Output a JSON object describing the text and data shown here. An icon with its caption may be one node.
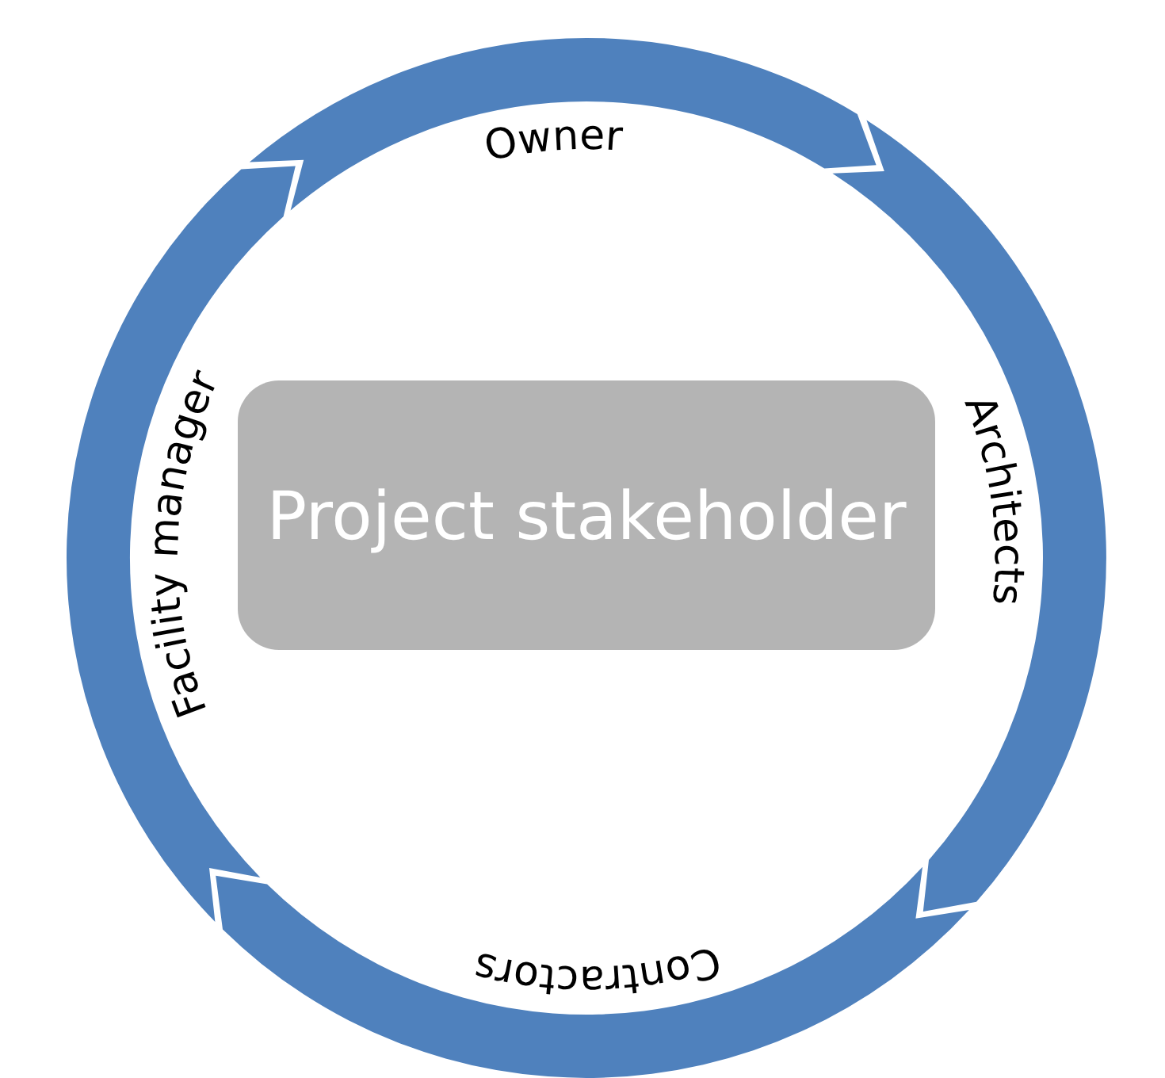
{
  "diagram": {
    "nodes": [
      {
        "text": [
          "Owner"
        ]
      },
      {
        "text": [
          "Architects"
        ]
      },
      {
        "text": [
          "Contractors"
        ]
      },
      {
        "text": [
          "Facility manager"
        ]
      },
      {
        "text": [
          "Project stakeholder"
        ]
      }
    ]
  }
}
